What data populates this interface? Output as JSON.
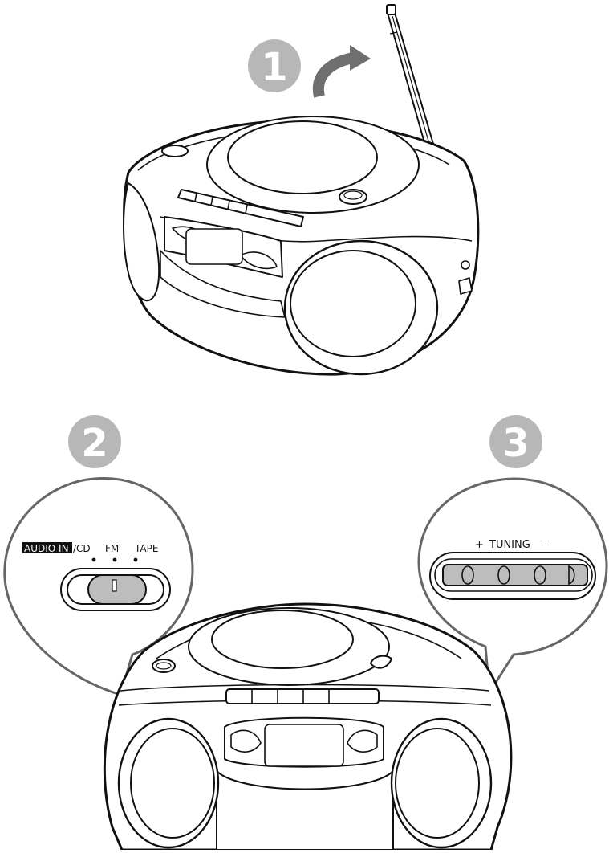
{
  "steps": [
    {
      "number": "1"
    },
    {
      "number": "2"
    },
    {
      "number": "3"
    }
  ],
  "source_switch": {
    "labels": {
      "audio_in": "AUDIO IN",
      "cd": "/CD",
      "fm": "FM",
      "tape": "TAPE"
    }
  },
  "tuning": {
    "plus": "+",
    "label": "TUNING",
    "minus": "–"
  },
  "colors": {
    "step_badge": "#b7b7b7",
    "arrow": "#6f6f6f",
    "line": "#111111",
    "knob": "#bdbdbd"
  }
}
